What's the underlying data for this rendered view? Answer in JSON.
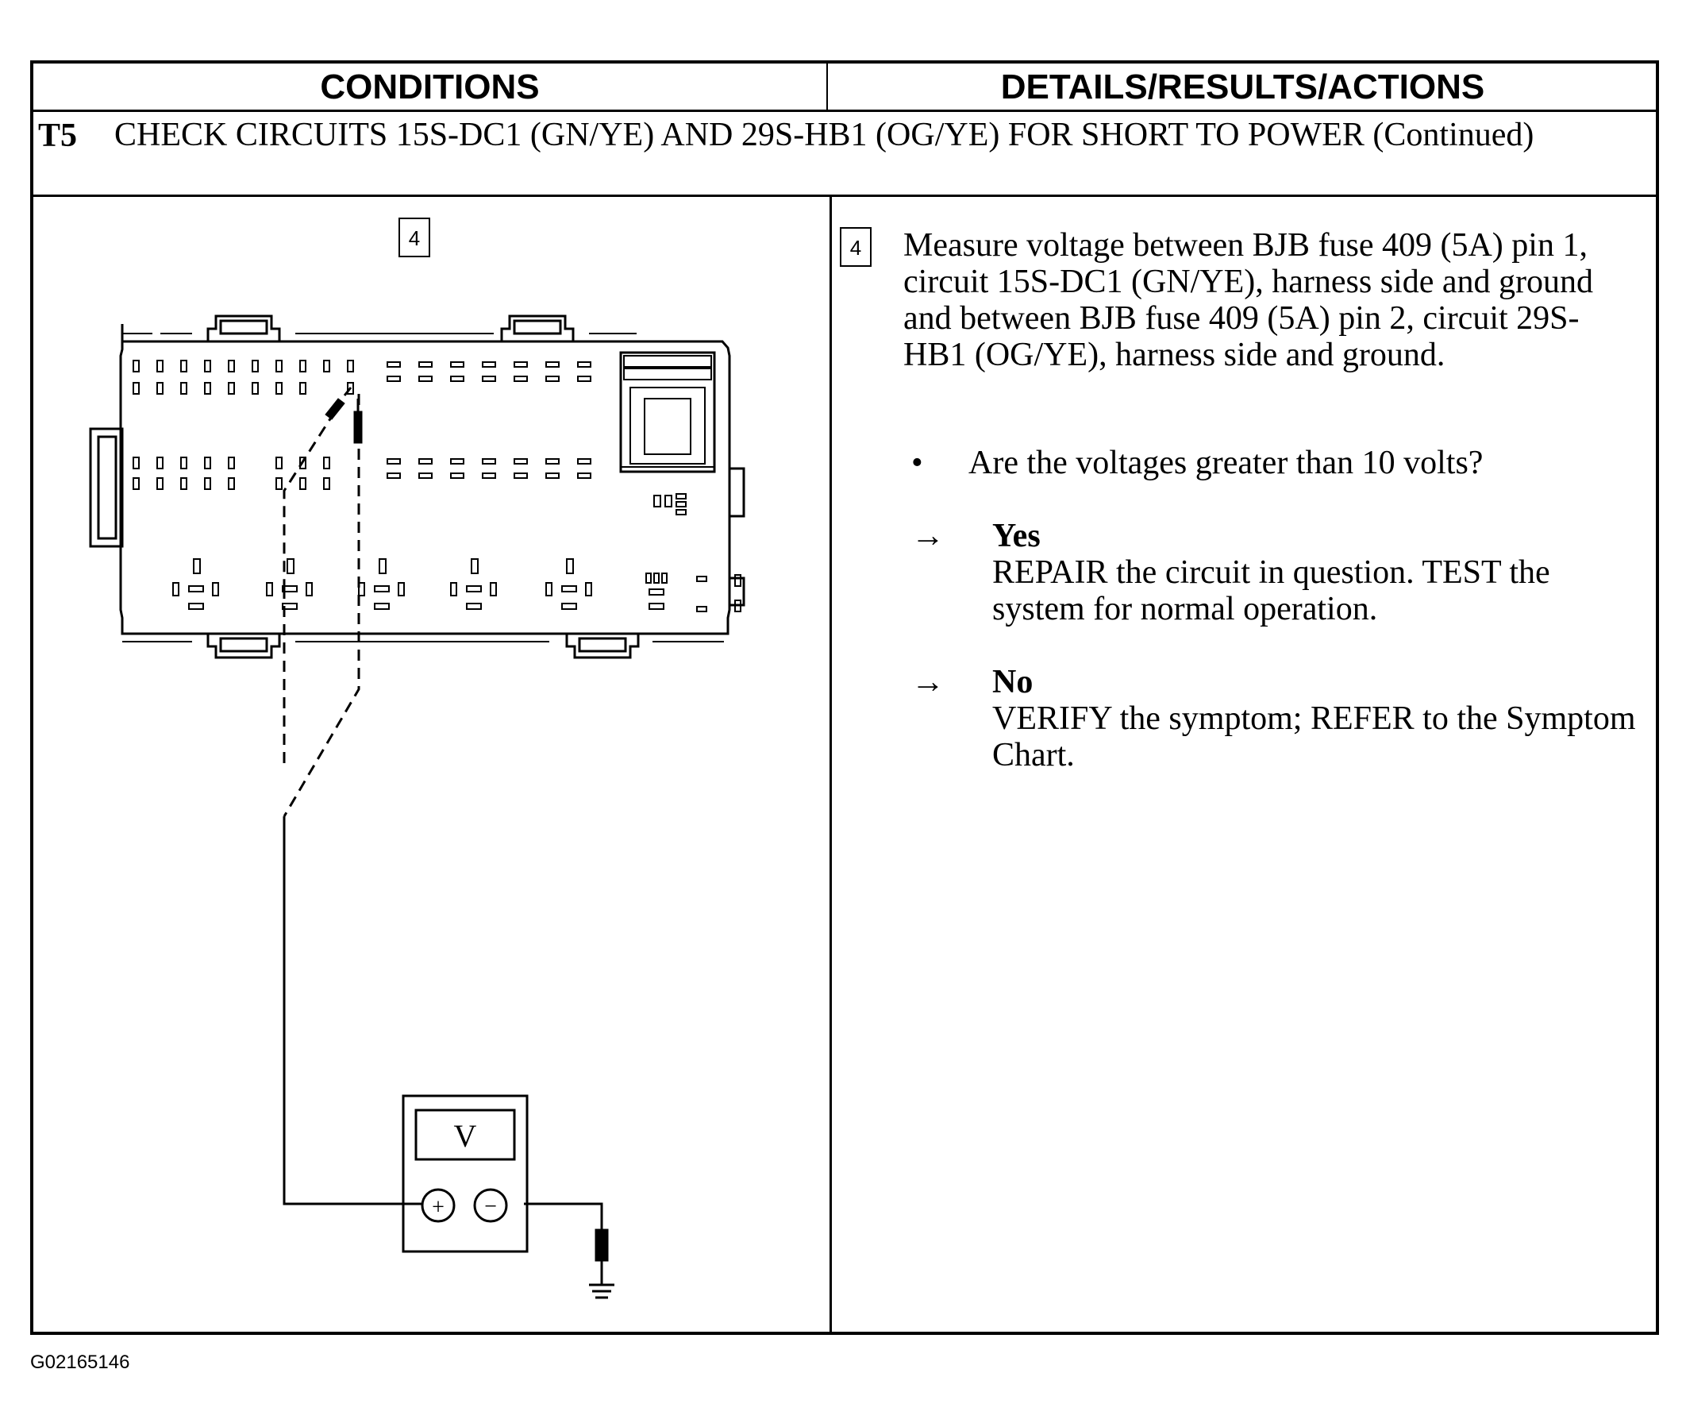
{
  "header": {
    "conditions": "CONDITIONS",
    "details": "DETAILS/RESULTS/ACTIONS"
  },
  "test": {
    "id": "T5",
    "title": "CHECK CIRCUITS 15S-DC1 (GN/YE) AND 29S-HB1 (OG/YE) FOR SHORT TO POWER (Continued)"
  },
  "diagram": {
    "step_number": "4",
    "meter_label": "V",
    "plus_symbol": "+",
    "minus_symbol": "−"
  },
  "step": {
    "number": "4",
    "instruction": "Measure voltage between BJB fuse 409 (5A) pin 1, circuit 15S-DC1 (GN/YE), harness side and ground and between BJB fuse 409 (5A) pin 2, circuit 29S-HB1 (OG/YE), harness side and ground.",
    "question": "Are the voltages greater than 10 volts?",
    "bullet": "•",
    "arrow": "→",
    "yes_label": "Yes",
    "yes_text": "REPAIR the circuit in question. TEST the system for normal operation.",
    "no_label": "No",
    "no_text": "VERIFY the symptom; REFER to the Symptom Chart."
  },
  "footer": {
    "code": "G02165146"
  }
}
